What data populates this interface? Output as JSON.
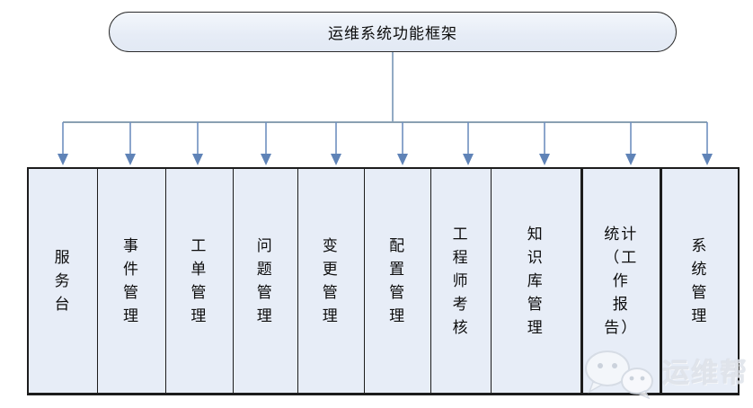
{
  "diagram": {
    "title": "运维系统功能框架",
    "modules": [
      {
        "label": "服务台",
        "display": "服\n务\n台"
      },
      {
        "label": "事件管理",
        "display": "事\n件\n管\n理"
      },
      {
        "label": "工单管理",
        "display": "工\n单\n管\n理"
      },
      {
        "label": "问题管理",
        "display": "问\n题\n管\n理"
      },
      {
        "label": "变更管理",
        "display": "变\n更\n管\n理"
      },
      {
        "label": "配置管理",
        "display": "配\n置\n管\n理"
      },
      {
        "label": "工程师考核",
        "display": "工\n程\n师\n考\n核"
      },
      {
        "label": "知识库管理",
        "display": "知\n识\n库\n管\n理"
      },
      {
        "label": "统计（工作报告）",
        "display": "统计\n（工\n作\n报\n告）"
      },
      {
        "label": "系统管理",
        "display": "系\n统\n管\n理"
      }
    ],
    "watermark": {
      "text": "运维帮",
      "icon": "wechat-logo-icon"
    },
    "colors": {
      "node_fill": "#e7edf7",
      "node_border": "#1c1c1c",
      "connector_line": "#7795b5",
      "arrowhead": "#5f83b7",
      "watermark_gray": "#dfe3ea"
    }
  }
}
